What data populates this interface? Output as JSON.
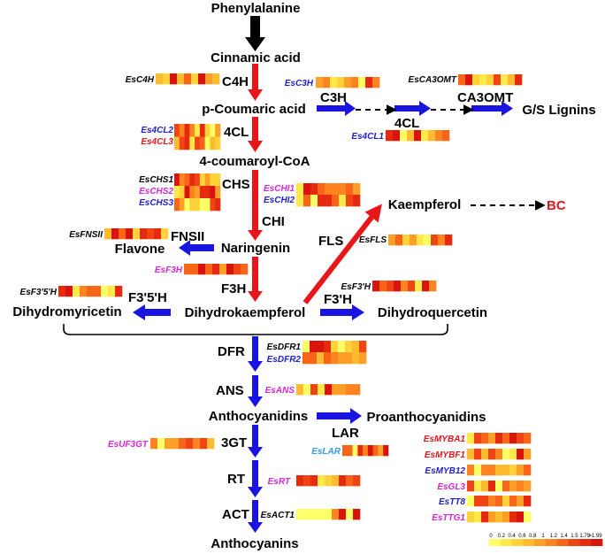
{
  "compounds": {
    "phenylalanine": "Phenylalanine",
    "cinnamic": "Cinnamic acid",
    "pcoumaric": "p-Coumaric acid",
    "coumaroyl": "4-coumaroyl-CoA",
    "naringenin": "Naringenin",
    "flavone": "Flavone",
    "kaempferol": "Kaempferol",
    "bc": "BC",
    "dihydromyricetin": "Dihydromyricetin",
    "dihydrokaempferol": "Dihydrokaempferol",
    "dihydroquercetin": "Dihydroquercetin",
    "anthocyanidins": "Anthocyanidins",
    "proanthocyanidins": "Proanthocyanidins",
    "anthocyanins": "Anthocyanins",
    "lignins": "G/S Lignins"
  },
  "enzymes": {
    "c4h": "C4H",
    "c3h": "C3H",
    "ca3omt": "CA3OMT",
    "cl4_main": "4CL",
    "cl4_side": "4CL",
    "chs": "CHS",
    "chi": "CHI",
    "fnsii": "FNSII",
    "fls": "FLS",
    "f3h": "F3H",
    "f35h": "F3'5'H",
    "f3h_prime": "F3'H",
    "dfr": "DFR",
    "ans": "ANS",
    "lar": "LAR",
    "gt3": "3GT",
    "rt": "RT",
    "act": "ACT"
  },
  "genes": {
    "esc4h": "EsC4H",
    "esc3h": "EsC3H",
    "esca3omt": "EsCA3OMT",
    "es4cl2": "Es4CL2",
    "es4cl3": "Es4CL3",
    "es4cl1": "Es4CL1",
    "eschs1": "EsCHS1",
    "eschs2": "EsCHS2",
    "eschs3": "EsCHS3",
    "eschi1": "EsCHI1",
    "eschi2": "EsCHI2",
    "esfnsii": "EsFNSII",
    "esfls": "EsFLS",
    "esf3h": "EsF3H",
    "esf35h": "EsF3'5'H",
    "esf3hp": "EsF3'H",
    "esdfr1": "EsDFR1",
    "esdfr2": "EsDFR2",
    "esans": "EsANS",
    "esuf3gt": "EsUF3GT",
    "eslar": "EsLAR",
    "esrt": "EsRT",
    "esact1": "EsACT1",
    "esmyba1": "EsMYBA1",
    "esmybf1": "EsMYBF1",
    "esmyb12": "EsMYB12",
    "esgl3": "EsGL3",
    "estt8": "EsTT8",
    "esttg1": "EsTTG1"
  },
  "legend": {
    "ticks": [
      "0",
      "0.2",
      "0.4",
      "0.6",
      "0.8",
      "1",
      "1.2",
      "1.4",
      "1.5",
      "1.79",
      ">1.99"
    ]
  },
  "colors": {
    "main_arrow": "#e8151b",
    "blue_arrow": "#1a14e0",
    "black_arrow": "#000000",
    "gene_black": "#000000",
    "gene_red": "#e8151b",
    "gene_blue": "#1f1fc8",
    "gene_magenta": "#d626d6",
    "gene_lightblue": "#3399ee",
    "bc_red": "#e8151b",
    "heat_scale": [
      "#ffff66",
      "#ffe94a",
      "#ffd23a",
      "#ffbb30",
      "#ff9f28",
      "#ff8420",
      "#f86418",
      "#f04414",
      "#e52a10",
      "#d8140c"
    ]
  }
}
